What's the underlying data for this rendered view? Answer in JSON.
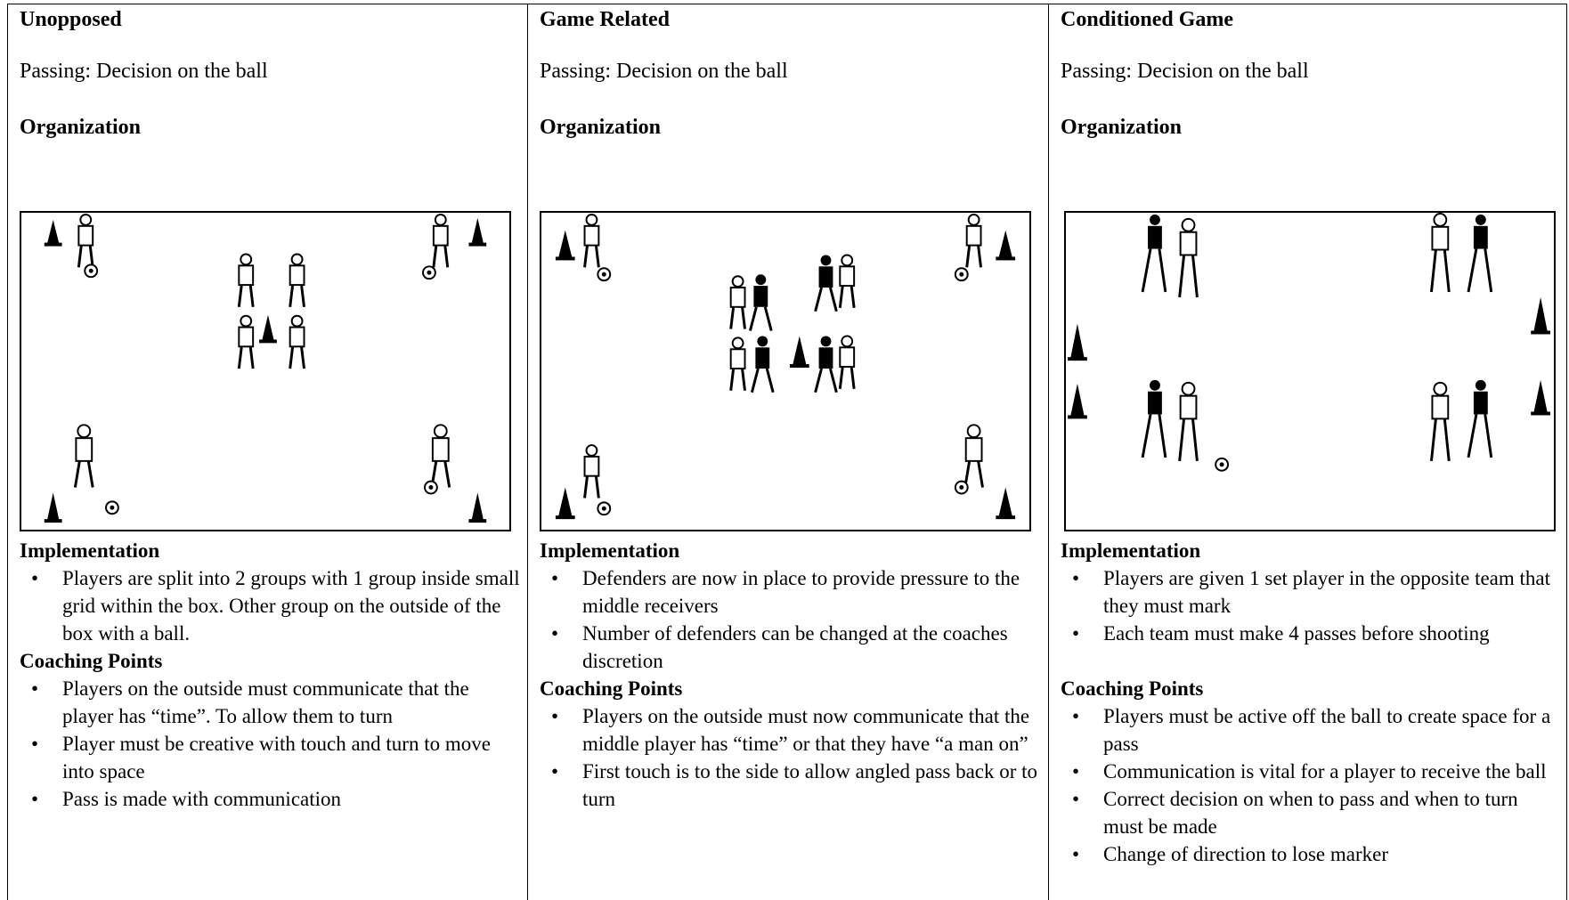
{
  "columns": [
    {
      "title": "Unopposed",
      "subtitle": "Passing: Decision on the ball",
      "organization_label": "Organization",
      "implementation_label": "Implementation",
      "implementation": [
        "Players are split into 2 groups with 1 group inside small grid within the box. Other group on the outside of the box with a ball."
      ],
      "coaching_label": "Coaching Points",
      "coaching_points": [
        "Players on the outside must communicate that the player has “time”.  To allow them to turn",
        "Player must be creative with touch and turn to move into space",
        "Pass is made with communication"
      ]
    },
    {
      "title": "Game Related",
      "subtitle": "Passing: Decision on the ball",
      "organization_label": "Organization",
      "implementation_label": "Implementation",
      "implementation": [
        "Defenders are now in place to provide pressure to the middle receivers",
        "Number of defenders can be changed at the coaches discretion"
      ],
      "coaching_label": "Coaching Points",
      "coaching_points": [
        "Players on the outside must now communicate that the middle player has “time” or that they have  “a man on”",
        "First touch is to the side to allow angled pass back or to turn"
      ]
    },
    {
      "title": "Conditioned Game",
      "subtitle": "Passing: Decision on the ball",
      "organization_label": "Organization",
      "implementation_label": "Implementation",
      "implementation": [
        "Players are given 1 set player in the opposite team that they must mark",
        "Each team must make 4 passes before shooting"
      ],
      "coaching_label": "Coaching Points",
      "coaching_points": [
        "Players must be active off the ball to create space for a pass",
        "Communication is vital for a player to receive the ball",
        "Correct decision on when to pass and when to turn must be made",
        "Change of direction to lose marker"
      ]
    }
  ],
  "bullet_glyph": "•",
  "icons": {
    "cone": "cone-icon",
    "ball": "ball-icon",
    "player_white": "player-white-icon",
    "player_black": "player-black-icon"
  }
}
